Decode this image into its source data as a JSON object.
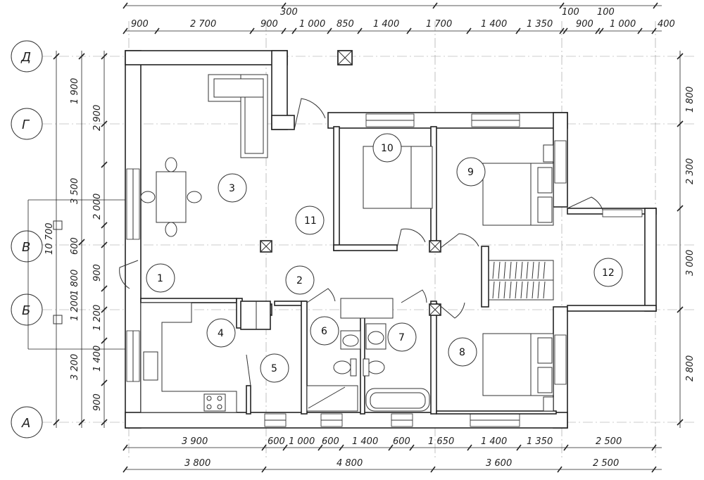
{
  "axes": {
    "rows": [
      "Д",
      "Г",
      "В",
      "Б",
      "А"
    ]
  },
  "rooms": [
    "1",
    "2",
    "3",
    "4",
    "5",
    "6",
    "7",
    "8",
    "9",
    "10",
    "11",
    "12"
  ],
  "top_dimensions": {
    "upper": [
      "300",
      "100",
      "100"
    ],
    "main": [
      "900",
      "2 700",
      "900",
      "1 000",
      "850",
      "1 400",
      "1 700",
      "1 400",
      "1 350",
      "900",
      "1 000",
      "400"
    ]
  },
  "bottom_dimensions": {
    "row1": [
      "3 900",
      "600",
      "1 000",
      "600",
      "1 400",
      "600",
      "1 650",
      "1 400",
      "1 350",
      "2 500"
    ],
    "row2": [
      "3 800",
      "4 800",
      "3 600",
      "2 500"
    ]
  },
  "left_dimensions": {
    "outer": [
      "10 700"
    ],
    "middle": [
      "3 500",
      "3 200"
    ],
    "inner": [
      "1 900",
      "2 900",
      "2 000",
      "600",
      "1 800",
      "900",
      "1 200",
      "1 200",
      "1 400",
      "900"
    ]
  },
  "right_dimensions": [
    "1 800",
    "2 300",
    "3 000",
    "2 800"
  ]
}
